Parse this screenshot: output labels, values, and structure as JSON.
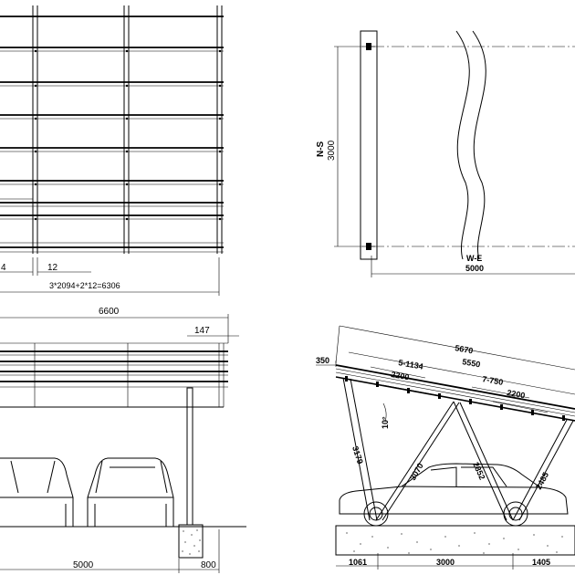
{
  "plan_view": {
    "dim_left": "4",
    "dim_12": "12",
    "dim_total": "3*2094+2*12=6306"
  },
  "top_right_view": {
    "label_ns": "N-S",
    "dim_3000": "3000",
    "label_we": "W-E",
    "dim_5000": "5000"
  },
  "front_view": {
    "dim_6600": "6600",
    "dim_147": "147",
    "dim_5000": "5000",
    "dim_800": "800"
  },
  "side_view": {
    "dim_5670": "5670",
    "dim_5550": "5550",
    "dim_350": "350",
    "dim_5_1134": "5-1134",
    "dim_2200_a": "2200",
    "dim_7_750": "7-750",
    "dim_2200_b": "2200",
    "angle_10": "10°",
    "dim_3179": "3179",
    "dim_3070": "3070",
    "dim_2852": "2852",
    "dim_2485": "2485",
    "dim_1061": "1061",
    "dim_3000": "3000",
    "dim_1405": "1405"
  }
}
